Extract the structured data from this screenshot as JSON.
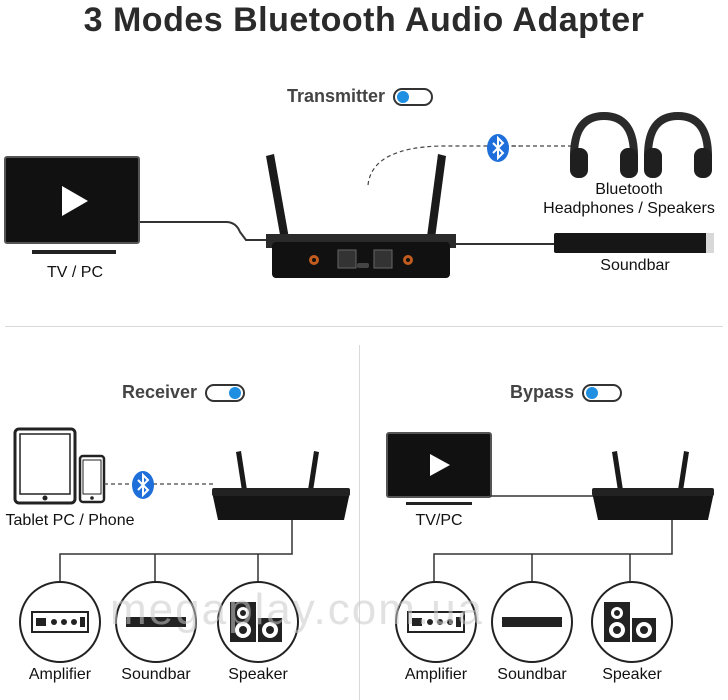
{
  "title": "3 Modes Bluetooth Audio Adapter",
  "watermark": "megaplay.com.ua",
  "colors": {
    "toggle_knob": "#1e8fe1",
    "device": "#1a1a1a",
    "bt_icon": "#1e6fd9"
  },
  "transmitter": {
    "mode_label": "Transmitter",
    "source_label": "TV / PC",
    "headphones_label_line1": "Bluetooth",
    "headphones_label_line2": "Headphones / Speakers",
    "soundbar_label": "Soundbar"
  },
  "receiver": {
    "mode_label": "Receiver",
    "source_label": "Tablet PC / Phone",
    "outputs": [
      "Amplifier",
      "Soundbar",
      "Speaker"
    ]
  },
  "bypass": {
    "mode_label": "Bypass",
    "source_label": "TV/PC",
    "outputs": [
      "Amplifier",
      "Soundbar",
      "Speaker"
    ]
  }
}
